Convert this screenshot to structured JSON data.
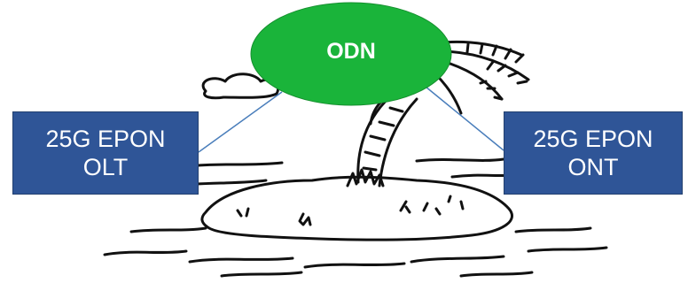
{
  "diagram": {
    "center_node": {
      "label": "ODN",
      "color": "#1ab43a"
    },
    "left_node": {
      "line1": "25G EPON",
      "line2": "OLT",
      "color": "#2f5597"
    },
    "right_node": {
      "line1": "25G EPON",
      "line2": "ONT",
      "color": "#2f5597"
    },
    "link_color": "#4a7ebb",
    "illustration": "palm-tree-island"
  }
}
